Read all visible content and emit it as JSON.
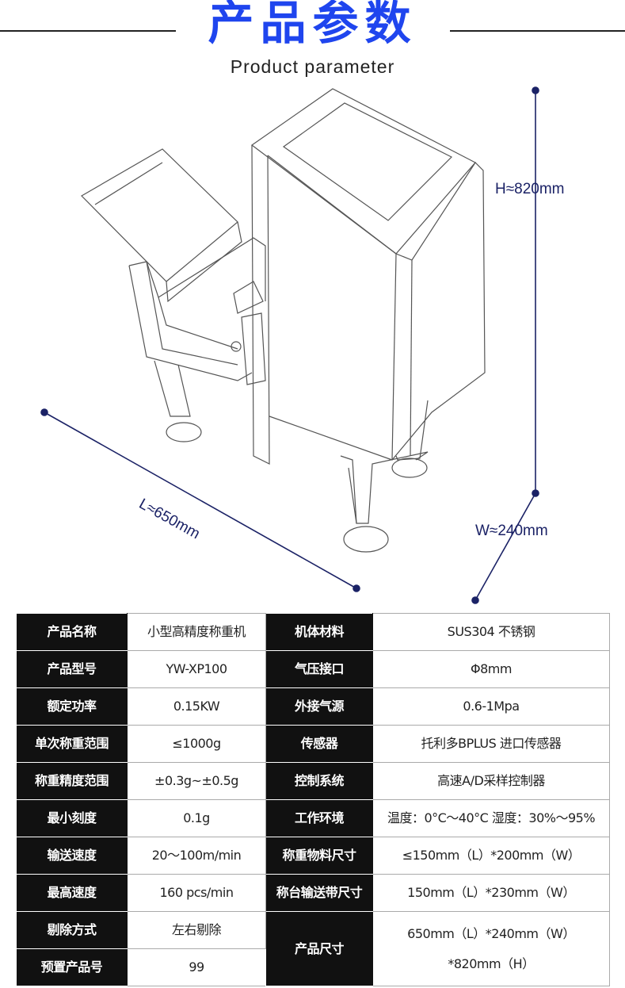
{
  "header": {
    "title": "产品参数",
    "subtitle": "Product parameter"
  },
  "dimensions": {
    "height": "H≈820mm",
    "length": "L≈650mm",
    "width": "W≈240mm"
  },
  "colors": {
    "title": "#1f45ee",
    "dimension": "#1b2266",
    "label_bg": "#111111"
  },
  "specs": [
    {
      "k1": "产品名称",
      "v1": "小型高精度称重机",
      "k2": "机体材料",
      "v2": "SUS304 不锈钢"
    },
    {
      "k1": "产品型号",
      "v1": "YW-XP100",
      "k2": "气压接口",
      "v2": "Φ8mm"
    },
    {
      "k1": "额定功率",
      "v1": "0.15KW",
      "k2": "外接气源",
      "v2": "0.6-1Mpa"
    },
    {
      "k1": "单次称重范围",
      "v1": "≤1000g",
      "k2": "传感器",
      "v2": "托利多BPLUS 进口传感器"
    },
    {
      "k1": "称重精度范围",
      "v1": "±0.3g~±0.5g",
      "k2": "控制系统",
      "v2": "高速A/D采样控制器"
    },
    {
      "k1": "最小刻度",
      "v1": "0.1g",
      "k2": "工作环境",
      "v2": "温度：0°C～40°C 湿度：30%～95%"
    },
    {
      "k1": "输送速度",
      "v1": "20～100m/min",
      "k2": "称重物料尺寸",
      "v2": "≤150mm（L）*200mm（W）"
    },
    {
      "k1": "最高速度",
      "v1": "160 pcs/min",
      "k2": "称台输送带尺寸",
      "v2": "150mm（L）*230mm（W）"
    },
    {
      "k1": "剔除方式",
      "v1": "左右剔除",
      "k2": "产品尺寸",
      "v2a": "650mm（L）*240mm（W）",
      "v2b": "*820mm（H）"
    },
    {
      "k1": "预置产品号",
      "v1": "99"
    }
  ]
}
